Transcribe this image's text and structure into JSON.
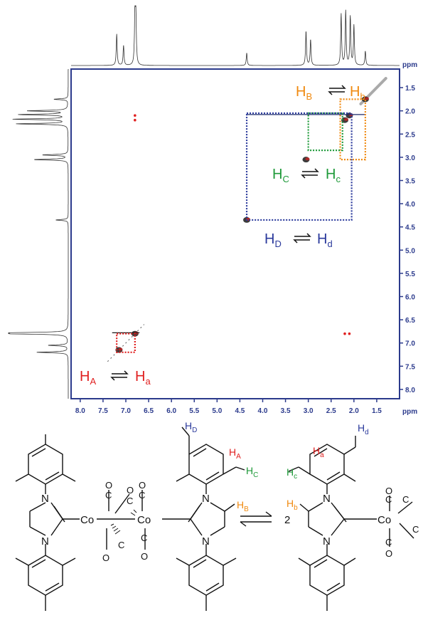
{
  "chart_data": {
    "type": "heatmap",
    "description_type": "2D NMR EXSY spectrum",
    "x_axis": {
      "label": "ppm",
      "range": [
        8.2,
        1.0
      ],
      "reversed": true,
      "ticks": [
        "8.0",
        "7.5",
        "7.0",
        "6.5",
        "6.0",
        "5.5",
        "5.0",
        "4.5",
        "4.0",
        "3.5",
        "3.0",
        "2.5",
        "2.0",
        "1.5"
      ]
    },
    "y_axis": {
      "label": "ppm",
      "range": [
        1.1,
        8.2
      ],
      "reversed": false,
      "ticks": [
        "1.5",
        "2.0",
        "2.5",
        "3.0",
        "3.5",
        "4.0",
        "4.5",
        "5.0",
        "5.5",
        "6.0",
        "6.5",
        "7.0",
        "7.5",
        "8.0"
      ]
    },
    "grid": false,
    "projection_peaks": [
      {
        "ppm": 6.8,
        "height": 0.95
      },
      {
        "ppm": 6.78,
        "height": 0.8
      },
      {
        "ppm": 7.2,
        "height": 0.55
      },
      {
        "ppm": 7.05,
        "height": 0.35
      },
      {
        "ppm": 4.35,
        "height": 0.22
      },
      {
        "ppm": 3.05,
        "height": 0.6
      },
      {
        "ppm": 2.95,
        "height": 0.45
      },
      {
        "ppm": 2.28,
        "height": 0.9
      },
      {
        "ppm": 2.18,
        "height": 0.95
      },
      {
        "ppm": 2.08,
        "height": 0.85
      },
      {
        "ppm": 2.0,
        "height": 0.7
      },
      {
        "ppm": 1.75,
        "height": 0.25
      }
    ],
    "diagonal_peaks": [
      {
        "ppm": 6.8
      },
      {
        "ppm": 7.15
      },
      {
        "ppm": 3.05
      },
      {
        "ppm": 2.2
      },
      {
        "ppm": 2.1
      },
      {
        "ppm": 1.75
      },
      {
        "ppm": 4.35
      }
    ],
    "exchange_boxes": [
      {
        "name": "A",
        "x": [
          7.2,
          6.8
        ],
        "y": [
          6.8,
          7.2
        ],
        "color": "#e02020"
      },
      {
        "name": "B",
        "x": [
          2.3,
          1.75
        ],
        "y": [
          1.75,
          3.05
        ],
        "color": "#f08a10"
      },
      {
        "name": "C",
        "x": [
          3.0,
          2.25
        ],
        "y": [
          2.05,
          2.85
        ],
        "color": "#1f9a3a"
      },
      {
        "name": "D",
        "x": [
          4.35,
          2.05
        ],
        "y": [
          2.05,
          4.35
        ],
        "color": "#2b3a9c"
      }
    ],
    "annotations": [
      {
        "id": "A",
        "left": "H",
        "left_sub": "A",
        "right": "H",
        "right_sub": "a",
        "color": "#e02020"
      },
      {
        "id": "B",
        "left": "H",
        "left_sub": "B",
        "right": "H",
        "right_sub": "b",
        "color": "#f08a10"
      },
      {
        "id": "C",
        "left": "H",
        "left_sub": "C",
        "right": "H",
        "right_sub": "c",
        "color": "#1f9a3a"
      },
      {
        "id": "D",
        "left": "H",
        "left_sub": "D",
        "right": "H",
        "right_sub": "d",
        "color": "#2b3a9c"
      }
    ]
  },
  "scheme": {
    "atoms": {
      "N": "N",
      "Co": "Co",
      "C": "C",
      "O": "O",
      "two": "2"
    },
    "labels": {
      "HD": {
        "text": "H",
        "sub": "D",
        "color": "#2b3a9c"
      },
      "HA": {
        "text": "H",
        "sub": "A",
        "color": "#e02020"
      },
      "HC": {
        "text": "H",
        "sub": "C",
        "color": "#1f9a3a"
      },
      "HB": {
        "text": "H",
        "sub": "B",
        "color": "#f08a10"
      },
      "Hd": {
        "text": "H",
        "sub": "d",
        "color": "#2b3a9c"
      },
      "Ha": {
        "text": "H",
        "sub": "a",
        "color": "#e02020"
      },
      "Hc": {
        "text": "H",
        "sub": "c",
        "color": "#1f9a3a"
      },
      "Hb": {
        "text": "H",
        "sub": "b",
        "color": "#f08a10"
      }
    }
  }
}
